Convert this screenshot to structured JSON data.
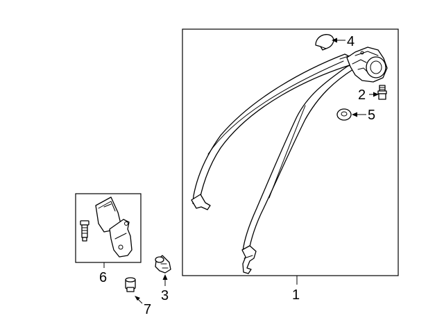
{
  "diagram": {
    "callouts": [
      {
        "id": "1",
        "label": "1"
      },
      {
        "id": "2",
        "label": "2"
      },
      {
        "id": "3",
        "label": "3"
      },
      {
        "id": "4",
        "label": "4"
      },
      {
        "id": "5",
        "label": "5"
      },
      {
        "id": "6",
        "label": "6"
      },
      {
        "id": "7",
        "label": "7"
      }
    ],
    "parts": [
      {
        "callout": "1",
        "icon": "seat-belt-assembly-icon"
      },
      {
        "callout": "2",
        "icon": "retractor-bolt-icon"
      },
      {
        "callout": "3",
        "icon": "anchor-nut-icon"
      },
      {
        "callout": "4",
        "icon": "cover-cap-icon"
      },
      {
        "callout": "5",
        "icon": "washer-icon"
      },
      {
        "callout": "6",
        "icon": "buckle-assembly-icon"
      },
      {
        "callout": "7",
        "icon": "bushing-icon"
      }
    ],
    "colors": {
      "line": "#000000",
      "background": "#ffffff"
    }
  }
}
